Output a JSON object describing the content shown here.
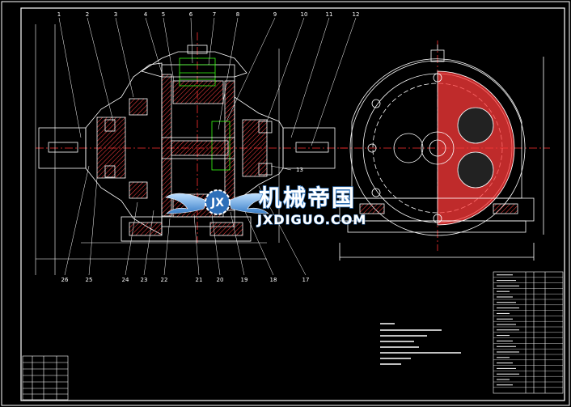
{
  "watermark": {
    "text_cn": "机械帝国",
    "text_en": "JXDIGUO.COM",
    "logo_letters": "JX"
  },
  "callouts": {
    "top": [
      "1",
      "2",
      "3",
      "4",
      "5",
      "6",
      "7",
      "8",
      "9",
      "10",
      "11",
      "12"
    ],
    "bottom": [
      "26",
      "25",
      "24",
      "23",
      "22",
      "21",
      "20",
      "19",
      "18",
      "17"
    ],
    "side": [
      "13"
    ]
  },
  "colors": {
    "background": "#000000",
    "outline": "#ffffff",
    "hatch": "#ff4040",
    "section_fill": "#ff3a3a",
    "centerline": "#ff3030",
    "dimension": "#ffffff",
    "gear": "#39ff14",
    "watermark_blue": "#5fa8e8"
  }
}
